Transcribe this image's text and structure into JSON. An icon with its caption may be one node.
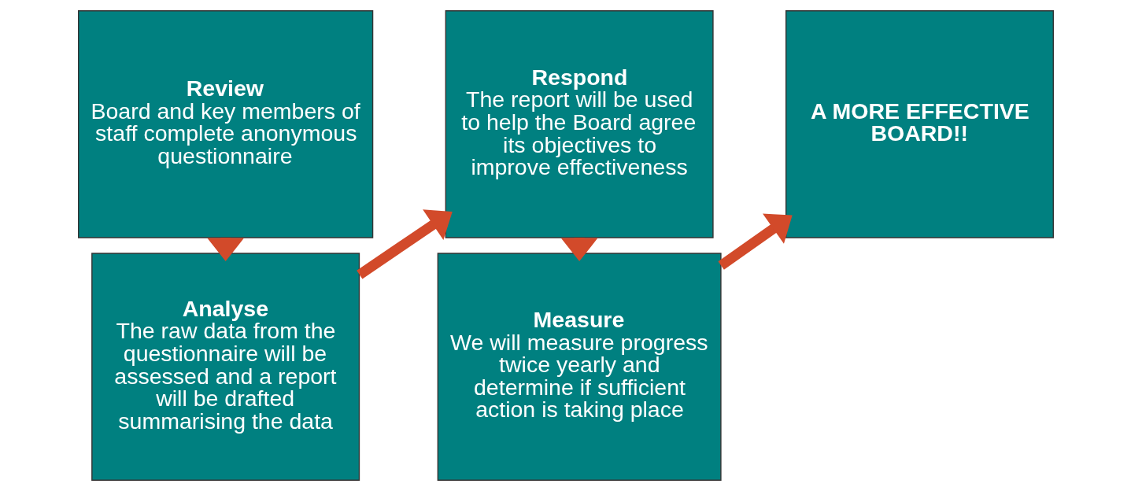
{
  "diagram": {
    "nodes": [
      {
        "text": [
          "Review",
          "Board and key members of staff complete anonymous questionnaire"
        ]
      },
      {
        "text": [
          "Analyse",
          "The raw data from the questionnaire will be assessed and a report will be drafted summarising the data"
        ]
      },
      {
        "text": [
          "Respond",
          "The report will be used to help the Board agree its objectives to improve effectiveness"
        ]
      },
      {
        "text": [
          "Measure",
          "We will measure progress twice yearly and determine if sufficient action is taking place"
        ]
      },
      {
        "text": [
          "A MORE EFFECTIVE BOARD!!"
        ]
      }
    ],
    "edges": [
      {
        "from": 0,
        "to": 1,
        "arrow": "to"
      },
      {
        "from": 1,
        "to": 2,
        "arrow": "to"
      },
      {
        "from": 2,
        "to": 3,
        "arrow": "to"
      },
      {
        "from": 3,
        "to": 4,
        "arrow": "to"
      }
    ]
  }
}
